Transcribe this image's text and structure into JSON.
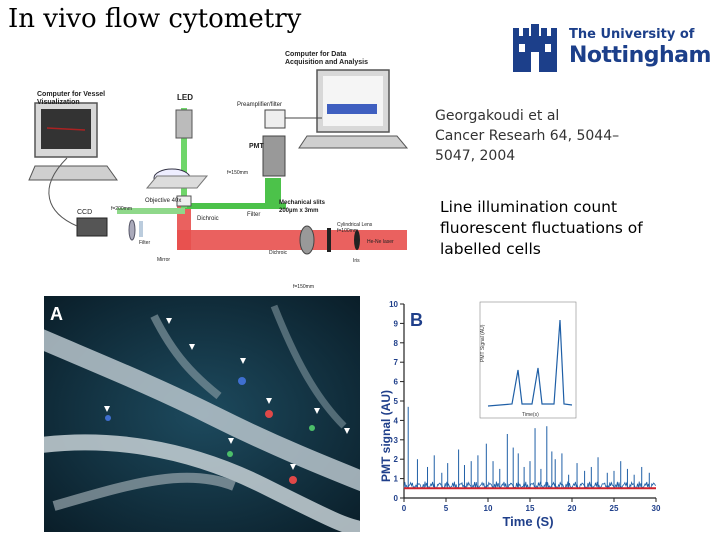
{
  "slide": {
    "title": "In vivo flow cytometry",
    "reference": [
      "Georgakoudi  et al",
      "Cancer Researh 64, 5044–",
      "5047, 2004"
    ],
    "description": [
      "Line illumination count",
      "fluorescent fluctuations of",
      "labelled cells"
    ]
  },
  "logo": {
    "line1": "The University of",
    "line2": "Nottingham",
    "color": "#1c3f8a",
    "icon": "castle-crest-icon"
  },
  "setup_diagram": {
    "labels": {
      "computer_vessel": [
        "Computer for Vessel",
        "Visualization"
      ],
      "computer_data": [
        "Computer for Data",
        "Acquisition and Analysis"
      ],
      "led": "LED",
      "preamp": "Preamplifier/filter",
      "pmt": "PMT",
      "objective": "Objective 40x",
      "ccd": "CCD",
      "filter1": "Filter",
      "f_200a": "f=200mm",
      "dichroic1": "Dichroic",
      "f_150a": "f=150mm",
      "filter2": "Filter",
      "mech_slits": [
        "Mechanical slits",
        "200µm x 3mm"
      ],
      "cyl_lens": [
        "Cylindrical Lens",
        "f=100mm"
      ],
      "mirror": "Mirror",
      "dichroic2": "Dichroic",
      "iris": "Iris",
      "laser": "He-Ne laser",
      "f_150b": "f=150mm"
    }
  },
  "panel_a": {
    "label": "A"
  },
  "panel_b": {
    "label": "B",
    "xlabel": "Time (S)",
    "ylabel": "PMT signal (AU)",
    "inset_ylabel": "PMT Signal (AU)",
    "inset_xlabel": "Time(s)",
    "trace_color": "#1f5fa6",
    "baseline_color": "#d0202a"
  },
  "chart_data": {
    "type": "line",
    "xlabel": "Time (S)",
    "ylabel": "PMT signal (AU)",
    "xlim": [
      0,
      30
    ],
    "ylim": [
      0,
      10
    ],
    "xticks": [
      0,
      5,
      10,
      15,
      20,
      25,
      30
    ],
    "yticks": [
      0,
      1,
      2,
      3,
      4,
      5,
      6,
      7,
      8,
      9,
      10
    ],
    "baseline": 0.5,
    "peaks": [
      {
        "x": 0.5,
        "y": 4.7
      },
      {
        "x": 1.6,
        "y": 2.0
      },
      {
        "x": 2.8,
        "y": 1.6
      },
      {
        "x": 3.6,
        "y": 2.2
      },
      {
        "x": 4.5,
        "y": 1.3
      },
      {
        "x": 5.2,
        "y": 1.8
      },
      {
        "x": 6.5,
        "y": 2.5
      },
      {
        "x": 7.2,
        "y": 1.7
      },
      {
        "x": 8.0,
        "y": 1.9
      },
      {
        "x": 8.8,
        "y": 2.2
      },
      {
        "x": 9.8,
        "y": 2.8
      },
      {
        "x": 10.6,
        "y": 1.9
      },
      {
        "x": 11.4,
        "y": 1.5
      },
      {
        "x": 12.3,
        "y": 3.3
      },
      {
        "x": 13.0,
        "y": 2.6
      },
      {
        "x": 13.6,
        "y": 2.3
      },
      {
        "x": 14.3,
        "y": 1.6
      },
      {
        "x": 15.0,
        "y": 1.9
      },
      {
        "x": 15.6,
        "y": 3.6
      },
      {
        "x": 16.3,
        "y": 1.5
      },
      {
        "x": 17.0,
        "y": 3.7
      },
      {
        "x": 17.6,
        "y": 2.4
      },
      {
        "x": 18.0,
        "y": 2.0
      },
      {
        "x": 18.8,
        "y": 2.3
      },
      {
        "x": 19.6,
        "y": 1.2
      },
      {
        "x": 20.6,
        "y": 1.8
      },
      {
        "x": 21.5,
        "y": 1.4
      },
      {
        "x": 22.3,
        "y": 1.6
      },
      {
        "x": 23.1,
        "y": 2.1
      },
      {
        "x": 24.2,
        "y": 1.3
      },
      {
        "x": 25.0,
        "y": 1.4
      },
      {
        "x": 25.8,
        "y": 1.9
      },
      {
        "x": 26.6,
        "y": 1.5
      },
      {
        "x": 27.4,
        "y": 1.2
      },
      {
        "x": 28.3,
        "y": 1.6
      },
      {
        "x": 29.2,
        "y": 1.3
      }
    ]
  }
}
